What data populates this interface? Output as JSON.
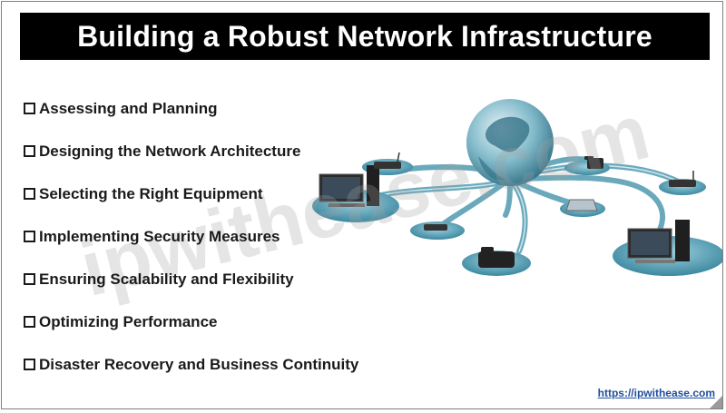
{
  "title": "Building a Robust Network Infrastructure",
  "items": [
    {
      "label": "Assessing and Planning"
    },
    {
      "label": "Designing the Network Architecture"
    },
    {
      "label": "Selecting the Right Equipment"
    },
    {
      "label": "Implementing Security Measures"
    },
    {
      "label": "Ensuring Scalability and Flexibility"
    },
    {
      "label": "Optimizing Performance"
    },
    {
      "label": "Disaster Recovery and Business Continuity"
    }
  ],
  "watermark": "ipwithease.com",
  "footer": {
    "link": "https://ipwithease.com"
  },
  "colors": {
    "title_bg": "#000000",
    "title_fg": "#ffffff",
    "link": "#1f4e9c",
    "network_cable": "#5aa0b4"
  },
  "icons": {
    "bullet": "checkbox-icon",
    "illustration": "network-globe-icon"
  }
}
